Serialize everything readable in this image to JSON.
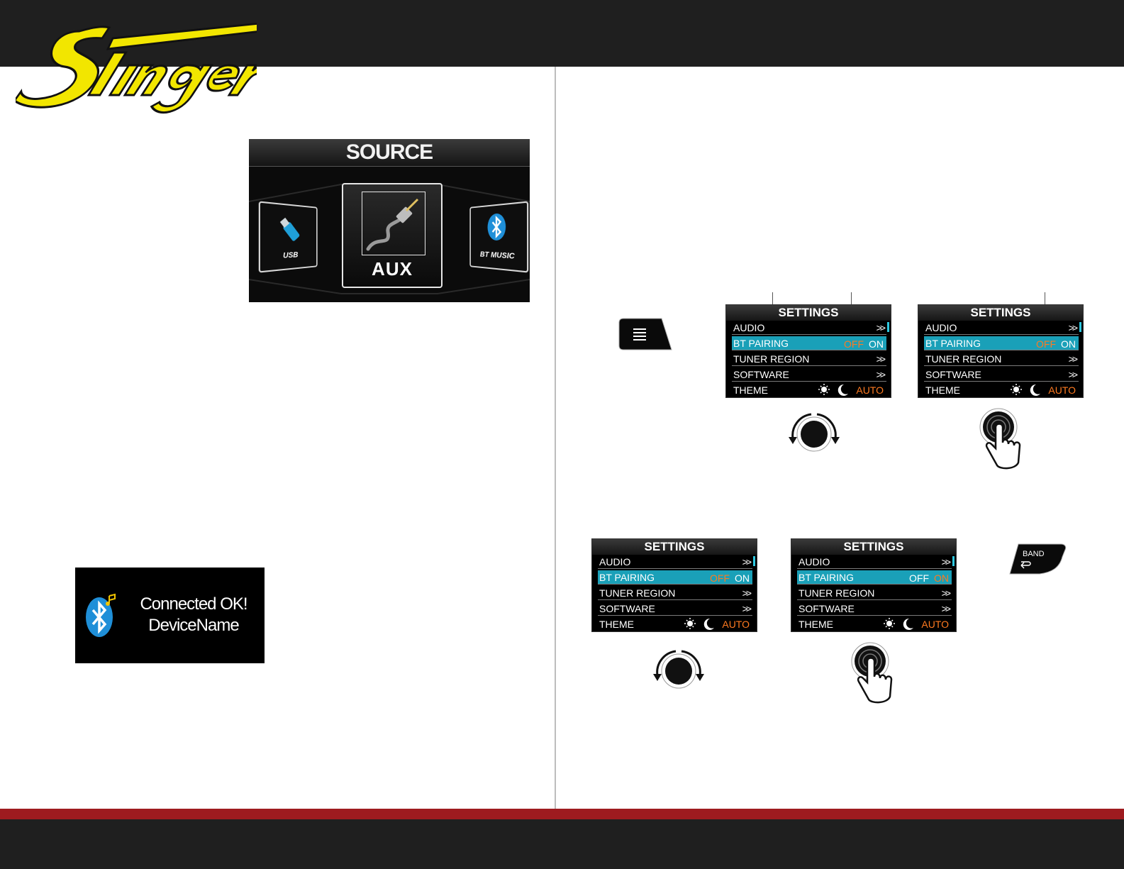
{
  "brand": {
    "logo_text": "Stinger"
  },
  "source_screen": {
    "title": "SOURCE",
    "items": [
      {
        "label": "USB",
        "icon": "usb-stick-icon"
      },
      {
        "label": "AUX",
        "icon": "aux-cable-icon"
      },
      {
        "label": "BT MUSIC",
        "icon": "bluetooth-icon"
      }
    ],
    "selected": "AUX"
  },
  "connected_screen": {
    "line1": "Connected OK!",
    "line2": "DeviceName",
    "icon": "bluetooth-music-icon"
  },
  "settings_screens": [
    {
      "title": "SETTINGS",
      "audio": "AUDIO",
      "bt_pairing": "BT PAIRING",
      "off": "OFF",
      "on": "ON",
      "active": "off",
      "tuner_region": "TUNER REGION",
      "software": "SOFTWARE",
      "theme": "THEME",
      "auto": "AUTO"
    },
    {
      "title": "SETTINGS",
      "audio": "AUDIO",
      "bt_pairing": "BT PAIRING",
      "off": "OFF",
      "on": "ON",
      "active": "off",
      "tuner_region": "TUNER REGION",
      "software": "SOFTWARE",
      "theme": "THEME",
      "auto": "AUTO"
    },
    {
      "title": "SETTINGS",
      "audio": "AUDIO",
      "bt_pairing": "BT PAIRING",
      "off": "OFF",
      "on": "ON",
      "active": "off",
      "tuner_region": "TUNER REGION",
      "software": "SOFTWARE",
      "theme": "THEME",
      "auto": "AUTO"
    },
    {
      "title": "SETTINGS",
      "audio": "AUDIO",
      "bt_pairing": "BT PAIRING",
      "off": "OFF",
      "on": "ON",
      "active": "on",
      "tuner_region": "TUNER REGION",
      "software": "SOFTWARE",
      "theme": "THEME",
      "auto": "AUTO"
    }
  ],
  "buttons": {
    "menu_icon": "menu-lines-icon",
    "band_label": "BAND",
    "band_icon": "back-arrow-icon"
  },
  "colors": {
    "logo_yellow": "#f2e600",
    "header_dark": "#1f1f1f",
    "footer_red": "#9e1b1f",
    "highlight_cyan": "#1aa0b8",
    "accent_orange": "#ff7a20"
  }
}
